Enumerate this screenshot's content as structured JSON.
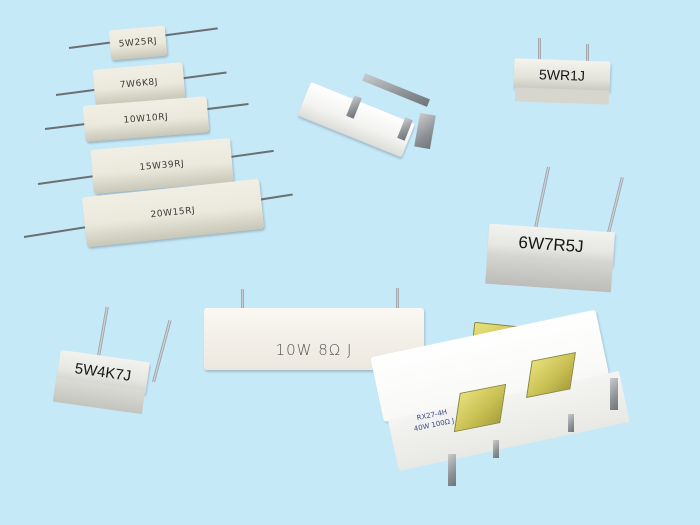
{
  "scene": {
    "description": "Assorted cement (ceramic) power resistors on a light blue background",
    "background_color": "#c6e9f8"
  },
  "resistors": [
    {
      "id": "axial-5w",
      "type": "axial",
      "label": "5W25RJ"
    },
    {
      "id": "axial-7w",
      "type": "axial",
      "label": "7W6K8J"
    },
    {
      "id": "axial-10w",
      "type": "axial",
      "label": "10W10RJ"
    },
    {
      "id": "axial-15w",
      "type": "axial",
      "label": "15W39RJ"
    },
    {
      "id": "axial-20w",
      "type": "axial",
      "label": "20W15RJ"
    },
    {
      "id": "bracket-mount",
      "type": "bracket-mounted",
      "label": ""
    },
    {
      "id": "vertical-5wr1",
      "type": "vertical",
      "label": "5WR1J"
    },
    {
      "id": "vertical-6w",
      "type": "vertical",
      "label": "6W7R5J"
    },
    {
      "id": "vertical-10w",
      "type": "vertical",
      "label": "10W 8Ω J"
    },
    {
      "id": "vertical-5w4k7",
      "type": "vertical",
      "label": "5W4K7J"
    },
    {
      "id": "rx27",
      "type": "bracket-mounted",
      "label_line1": "RX27-4H",
      "label_line2": "40W 100Ω J"
    }
  ]
}
